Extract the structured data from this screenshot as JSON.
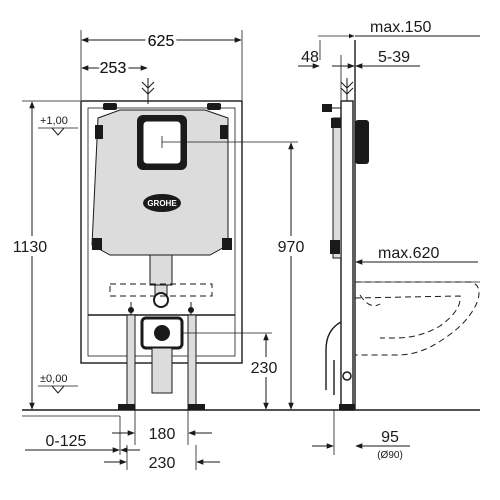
{
  "brand": {
    "logo_text": "GROHE"
  },
  "front_view": {
    "width_total": "625",
    "offset_left": "253",
    "height_total": "1130",
    "level_top": "+1,00",
    "level_floor": "±0,00",
    "flush_height": "970",
    "drain_height": "230",
    "foot_adjust": "0-125",
    "foot_inner": "180",
    "foot_outer": "230"
  },
  "side_view": {
    "depth_max": "max.150",
    "inlet_offset": "48",
    "wall_range": "5-39",
    "bowl_length": "max.620",
    "drain_depth": "95",
    "drain_diameter": "(Ø90)"
  },
  "colors": {
    "line": "#1a1a1a",
    "tank_fill": "#dcdcdc",
    "background": "#ffffff"
  }
}
